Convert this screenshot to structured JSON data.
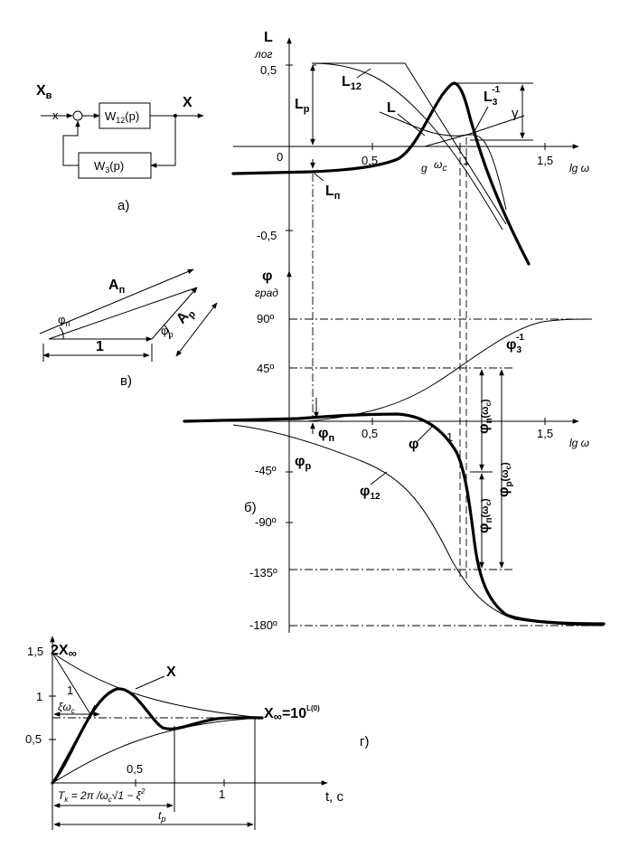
{
  "block_diagram": {
    "input": "X",
    "input_sub": "в",
    "sum_mark": "x",
    "forward_block": "W",
    "forward_sub": "12",
    "forward_arg": "(p)",
    "feedback_block": "W",
    "feedback_sub": "3",
    "feedback_arg": "(p)",
    "output": "X",
    "caption": "а)"
  },
  "vector_diagram": {
    "An_label": "A",
    "An_sub": "п",
    "Ap_label": "A",
    "Ap_sub": "р",
    "phi_n": "φ",
    "phi_n_sub": "п",
    "phi_p": "φ",
    "phi_p_sub": "р",
    "unit": "1",
    "caption": "в)"
  },
  "amplitude_plot": {
    "axis_label": "L",
    "unit": "лог",
    "x_axis_label": "lg ω",
    "x_ticks": [
      "0",
      "0,5",
      "1",
      "1,5"
    ],
    "y_ticks": [
      "0,5",
      "-0,5"
    ],
    "labels": {
      "L12": "L",
      "L12_sub": "12",
      "L": "L",
      "L3": "L",
      "L3_sub": "3",
      "L3_sup": "-1",
      "Lp": "L",
      "Lp_sub": "р",
      "Ln": "L",
      "Ln_sub": "п",
      "gamma": "γ",
      "g": "g",
      "wc": "ω",
      "wc_sub": "с"
    }
  },
  "phase_plot": {
    "axis_label": "φ",
    "unit": "град",
    "x_axis_label": "lg ω",
    "x_ticks": [
      "0,5",
      "1",
      "1,5"
    ],
    "y_ticks": [
      "90º",
      "45º",
      "-45º",
      "-90º",
      "-135º",
      "-180º"
    ],
    "caption": "б)",
    "labels": {
      "phi3": "φ",
      "phi3_sub": "3",
      "phi3_sup": "-1",
      "phi": "φ",
      "phi12": "φ",
      "phi12_sub": "12",
      "phin": "φ",
      "phin_sub": "п",
      "phip": "φ",
      "phip_sub": "р",
      "phin_wc": "φ",
      "phin_wc_sub": "п",
      "phin_wc_arg": "(ω",
      "phin_wc_arg_sub": "с",
      "phin_wc_close": ")",
      "phip_wc": "φ",
      "phip_wc_sub": "р",
      "phip_wc_arg": "(ω",
      "phip_wc_arg_sub": "с",
      "phip_wc_close": ")",
      "phin_wc2": "φ",
      "phin_wc2_sub": "п",
      "phin_wc2_arg": "(ω",
      "phin_wc2_arg_sub": "с",
      "phin_wc2_close": ")"
    }
  },
  "transient_plot": {
    "y_ticks": [
      "1,5",
      "1",
      "0,5"
    ],
    "x_ticks": [
      "0,5",
      "1"
    ],
    "x_axis_label": "t, с",
    "two_x_inf": "2X",
    "two_x_inf_sub": "∞",
    "x_label": "X",
    "x_inf": "X",
    "x_inf_sub": "∞",
    "x_inf_eq": "=10",
    "x_inf_sup": "L(0)",
    "one": "1",
    "xi_w": "ξω",
    "xi_w_sub": "с",
    "tk_formula_lhs": "T",
    "tk_formula_lhs_sub": "k",
    "tk_formula_rhs": " = 2π /ω",
    "tk_formula_rhs_sub": "с",
    "tk_formula_root": "√1 − ξ",
    "tk_formula_root_sup": "2",
    "tp": "t",
    "tp_sub": "р",
    "caption": "г)"
  }
}
